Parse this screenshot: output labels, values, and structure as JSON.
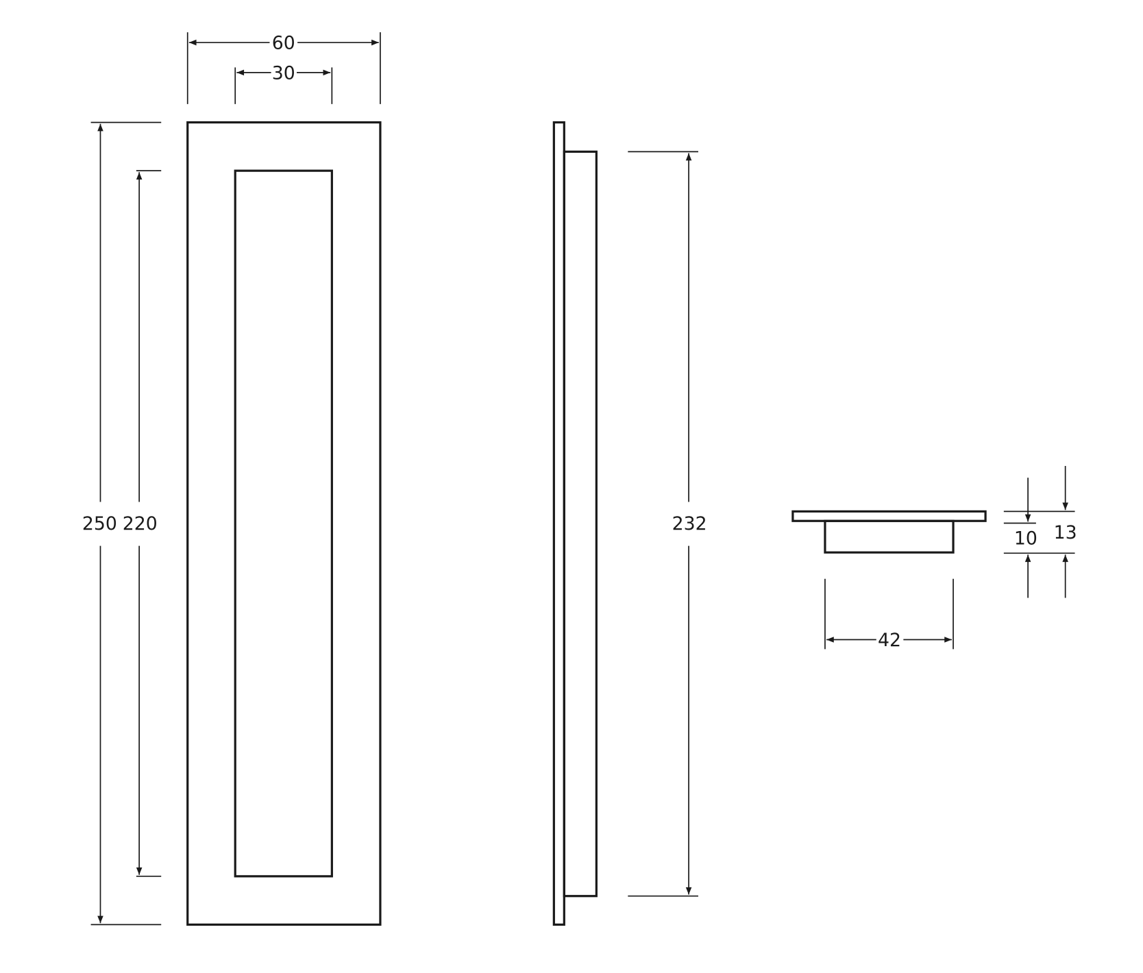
{
  "drawing": {
    "front_view": {
      "overall_width": "60",
      "inner_width": "30",
      "overall_height": "250",
      "inner_height": "220"
    },
    "side_view": {
      "recess_height": "232"
    },
    "end_view": {
      "recess_width": "42",
      "recess_depth": "10",
      "overall_depth": "13"
    }
  },
  "colors": {
    "line": "#1a1a1a",
    "background": "#ffffff"
  }
}
